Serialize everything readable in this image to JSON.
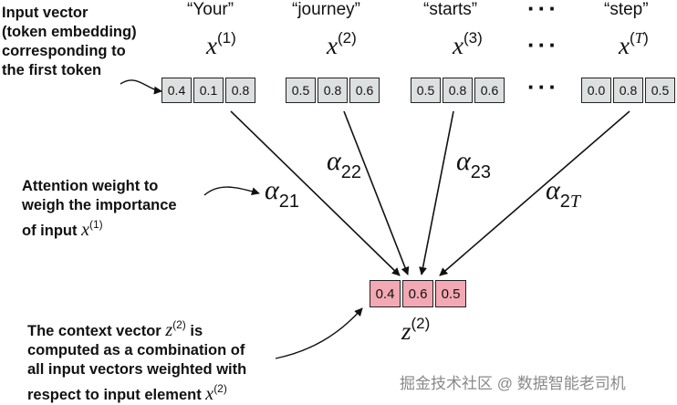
{
  "tokens": [
    {
      "word": "“Your”",
      "var": "x",
      "sup": "(1)",
      "values": [
        "0.4",
        "0.1",
        "0.8"
      ]
    },
    {
      "word": "“journey”",
      "var": "x",
      "sup": "(2)",
      "values": [
        "0.5",
        "0.8",
        "0.6"
      ]
    },
    {
      "word": "“starts”",
      "var": "x",
      "sup": "(3)",
      "values": [
        "0.5",
        "0.8",
        "0.6"
      ]
    },
    {
      "word": "“step”",
      "var": "x",
      "sup": "(T)",
      "values": [
        "0.0",
        "0.8",
        "0.5"
      ]
    }
  ],
  "ellipsis": "···",
  "weights": [
    {
      "sym": "α",
      "sub": "21"
    },
    {
      "sym": "α",
      "sub": "22"
    },
    {
      "sym": "α",
      "sub": "23"
    },
    {
      "sym": "α",
      "sub_plain": "2",
      "sub_ital": "T"
    }
  ],
  "context": {
    "var": "z",
    "sup": "(2)",
    "values": [
      "0.4",
      "0.6",
      "0.5"
    ]
  },
  "notes": {
    "input": [
      "Input vector",
      "(token embedding)",
      "corresponding to",
      "the first token"
    ],
    "attention": [
      "Attention weight to",
      "weigh the importance",
      "of input"
    ],
    "attention_var": "x",
    "attention_sup": "(1)",
    "context": [
      "The context vector",
      "is",
      "computed as a combination of",
      "all input vectors weighted with",
      "respect to input element"
    ],
    "context_var_z": "z",
    "context_var_x": "x",
    "context_sup": "(2)"
  },
  "watermark": "掘金技术社区 @ 数据智能老司机"
}
